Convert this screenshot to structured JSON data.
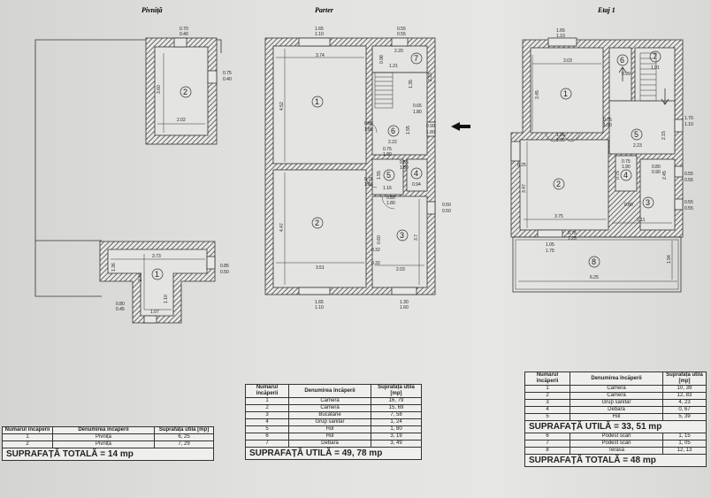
{
  "plans": {
    "pivnita": {
      "title": "Pivniță",
      "dims": [
        "0.70",
        "0.40",
        "3.60",
        "2.02",
        "0.75",
        "0.40",
        "3.73",
        "1.36",
        "2.46",
        "1.10",
        "1.07",
        "0.80",
        "0.45",
        "0.85",
        "0.50"
      ],
      "rooms": [
        "2",
        "1"
      ]
    },
    "parter": {
      "title": "Parter",
      "dims": [
        "1.65",
        "1.10",
        "0.55",
        "0.55",
        "3.74",
        "2.20",
        "0.98",
        "1.21",
        "2.33",
        "4.52",
        "1.35",
        "0.65",
        "1.80",
        "0.85",
        "1.80",
        "1.55",
        "0.90",
        "1.80",
        "2.22",
        "0.75",
        "1.80",
        "0.55",
        "1.80",
        "0.75",
        "1.80",
        "1.16",
        "1.55",
        "0.94",
        "0.85",
        "1.80",
        "4.47",
        "0.50",
        "0.50",
        "3.7",
        "0.60",
        "0.32",
        "3.51",
        "0.32",
        "2.03",
        "1.65",
        "1.10",
        "1.30",
        "1.60"
      ],
      "rooms": [
        "1",
        "7",
        "6",
        "5",
        "4",
        "2",
        "3"
      ]
    },
    "etaj1": {
      "title": "Etaj 1",
      "dims": [
        "1.65",
        "1.10",
        "3.03",
        "0.99",
        "1.01",
        "3.45",
        "0.75",
        "1.90",
        "1.70",
        "1.10",
        "1.95",
        "1.95",
        "0.25",
        "2.23",
        "2.15",
        "3.47",
        "0.75",
        "1.90",
        "0.80",
        "0.90",
        "0.55",
        "0.55",
        "2.45",
        "0.75",
        "0.80",
        "0.55",
        "0.55",
        "3.75",
        "2.11",
        "0.75",
        "1.25",
        "1.05",
        "1.75",
        "1.94",
        "6.25"
      ],
      "rooms": [
        "6",
        "7",
        "1",
        "5",
        "2",
        "4",
        "3",
        "8"
      ]
    }
  },
  "tables": {
    "pivnita": {
      "headers": [
        "Numărul încăperii",
        "Denumirea încăperii",
        "Suprafața utilă [mp]"
      ],
      "rows": [
        [
          "1",
          "Pivniță",
          "6, 25"
        ],
        [
          "2",
          "Pivniță",
          "7, 29"
        ]
      ],
      "total": "SUPRAFAȚĂ TOTALĂ = 14 mp"
    },
    "parter": {
      "headers": [
        "Numărul încăperii",
        "Denumirea încăperii",
        "Suprafața utilă [mp]"
      ],
      "rows": [
        [
          "1",
          "Cameră",
          "16, 79"
        ],
        [
          "2",
          "Cameră",
          "15, 69"
        ],
        [
          "3",
          "Bucătărie",
          "7, 58"
        ],
        [
          "4",
          "Grup sanitar",
          "1, 24"
        ],
        [
          "5",
          "Hol",
          "1, 80"
        ],
        [
          "6",
          "Hol",
          "3, 19"
        ],
        [
          "7",
          "Debara",
          "3, 49"
        ]
      ],
      "total": "SUPRAFAȚĂ UTILĂ = 49, 78 mp"
    },
    "etaj1": {
      "headers": [
        "Numărul încăperii",
        "Denumirea încăperii",
        "Suprafața utilă [mp]"
      ],
      "rows_a": [
        [
          "1",
          "Cameră",
          "10, 39"
        ],
        [
          "2",
          "Cameră",
          "12, 83"
        ],
        [
          "3",
          "Grup sanitar",
          "4, 23"
        ],
        [
          "4",
          "Debara",
          "0, 67"
        ],
        [
          "5",
          "Hol",
          "5, 39"
        ]
      ],
      "subtotal": "SUPRAFAȚĂ UTILĂ = 33, 51 mp",
      "rows_b": [
        [
          "6",
          "Podest scări",
          "1, 15"
        ],
        [
          "7",
          "Podest scări",
          "1, 05"
        ],
        [
          "8",
          "Terasă",
          "12, 13"
        ]
      ],
      "total": "SUPRAFAȚĂ TOTALĂ = 48 mp"
    }
  }
}
